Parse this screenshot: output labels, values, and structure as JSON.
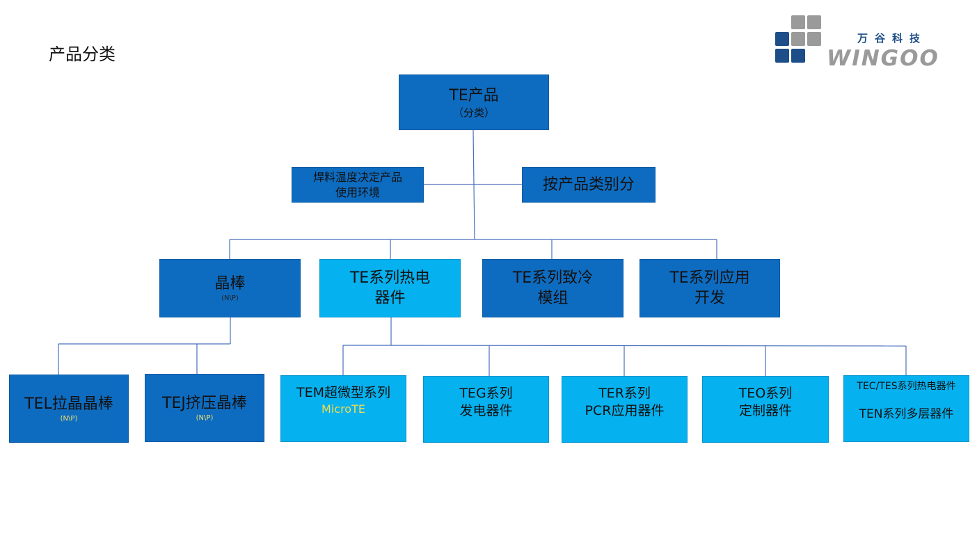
{
  "page_title": "产品分类",
  "logo": {
    "company_cn": "万谷科技",
    "company_en": "WINGOO"
  },
  "root": {
    "title": "TE产品",
    "subtitle": "（分类）"
  },
  "side_left": {
    "line1": "焊料温度决定产品",
    "line2": "使用环境"
  },
  "side_right": {
    "label": "按产品类别分"
  },
  "level2": [
    {
      "line1": "晶棒",
      "line2": "(N\\P)"
    },
    {
      "line1": "TE系列热电",
      "line2": "器件"
    },
    {
      "line1": "TE系列致冷",
      "line2": "模组"
    },
    {
      "line1": "TE系列应用",
      "line2": "开发"
    }
  ],
  "crystal_children": [
    {
      "title": "TEL拉晶晶棒",
      "sub": "(N\\P)"
    },
    {
      "title": "TEJ挤压晶棒",
      "sub": "(N\\P)"
    }
  ],
  "device_children": [
    {
      "line1": "TEM超微型系列",
      "line2": "MicroTE"
    },
    {
      "line1": "TEG系列",
      "line2": "发电器件"
    },
    {
      "line1": "TER系列",
      "line2": "PCR应用器件"
    },
    {
      "line1": "TEO系列",
      "line2": "定制器件"
    },
    {
      "line1": "TEC/TES系列热电器件",
      "line2": "TEN系列多层器件"
    }
  ]
}
